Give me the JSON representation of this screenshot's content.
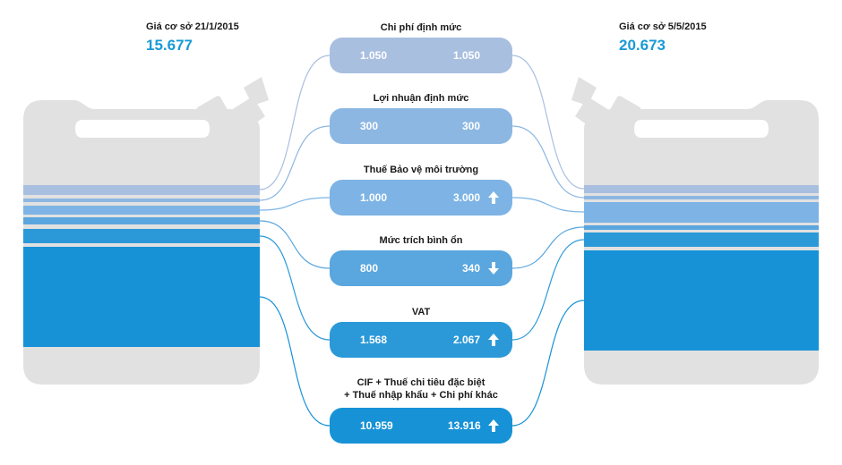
{
  "left": {
    "label": "Giá cơ sở 21/1/2015",
    "value": "15.677"
  },
  "right": {
    "label": "Giá cơ sở 5/5/2015",
    "value": "20.673"
  },
  "rows": [
    {
      "title": "Chi phí định mức",
      "before": "1.050",
      "after": "1.050",
      "change": "none",
      "color": "#a9bfe0"
    },
    {
      "title": "Lợi nhuận định mức",
      "before": "300",
      "after": "300",
      "change": "none",
      "color": "#8db7e3"
    },
    {
      "title": "Thuế Bảo vệ môi trường",
      "before": "1.000",
      "after": "3.000",
      "change": "up",
      "color": "#7db4e5"
    },
    {
      "title": "Mức trích bình ổn",
      "before": "800",
      "after": "340",
      "change": "down",
      "color": "#5aa6de"
    },
    {
      "title": "VAT",
      "before": "1.568",
      "after": "2.067",
      "change": "up",
      "color": "#2b99d8"
    },
    {
      "title": "CIF + Thuế chi tiêu đặc biệt\n+ Thuế nhập khẩu + Chi phí khác",
      "before": "10.959",
      "after": "13.916",
      "change": "up",
      "color": "#1792d6"
    }
  ]
}
